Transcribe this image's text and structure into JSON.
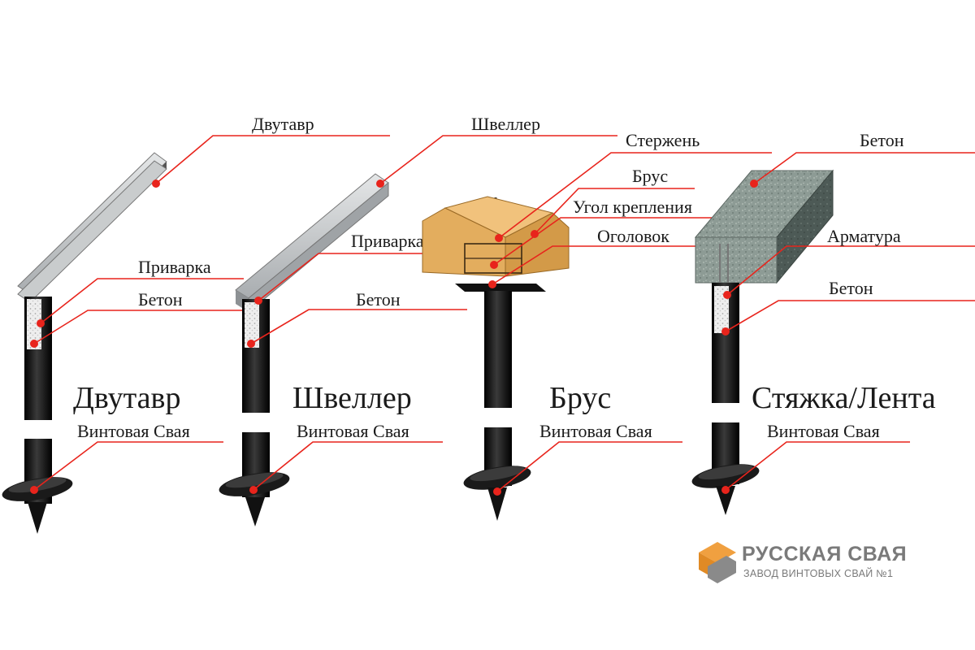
{
  "columns": [
    {
      "title": "Двутавр",
      "subtitle": "Винтовая Свая",
      "callouts": {
        "top": "Двутавр",
        "weld": "Приварка",
        "concrete": "Бетон"
      }
    },
    {
      "title": "Швеллер",
      "subtitle": "Винтовая Свая",
      "callouts": {
        "top": "Швеллер",
        "weld": "Приварка",
        "concrete": "Бетон"
      }
    },
    {
      "title": "Брус",
      "subtitle": "Винтовая Свая",
      "callouts": {
        "rod": "Стержень",
        "beam": "Брус",
        "bracket": "Угол крепления",
        "cap": "Оголовок"
      }
    },
    {
      "title": "Стяжка/Лента",
      "subtitle": "Винтовая Свая",
      "callouts": {
        "concrete_top": "Бетон",
        "rebar": "Арматура",
        "concrete": "Бетон"
      }
    }
  ],
  "logo": {
    "name": "РУССКАЯ СВАЯ",
    "tagline": "ЗАВОД ВИНТОВЫХ СВАЙ №1"
  },
  "colors": {
    "leader": "#e8241c",
    "pile": "#111111",
    "steel": "#b9bcbe",
    "wood": "#d9a254",
    "concrete": "#7f8f88",
    "logo_orange": "#f0a040",
    "logo_gray": "#7a7a7a"
  }
}
